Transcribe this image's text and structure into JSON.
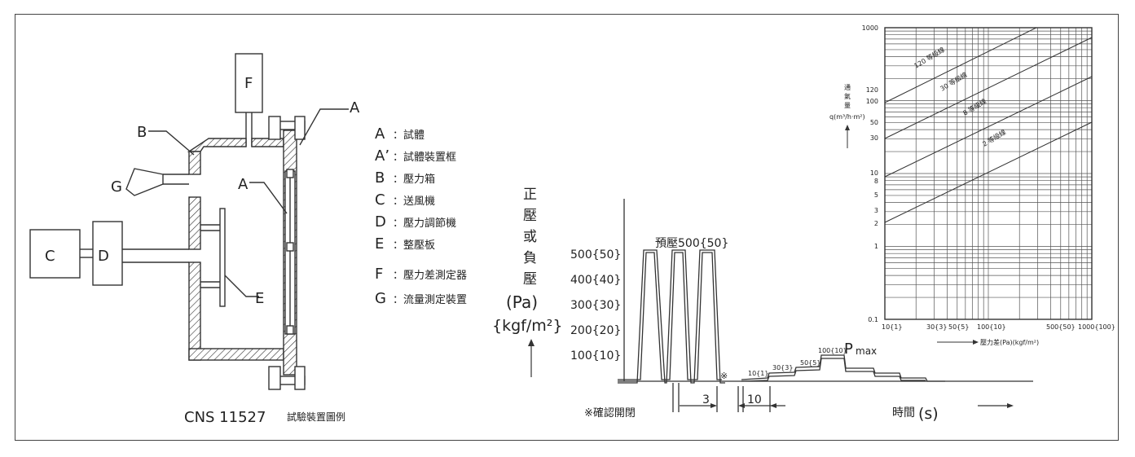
{
  "apparatus": {
    "caption": "CNS 11527",
    "caption_sub": "試驗裝置圖例",
    "labels": {
      "A": "A",
      "B": "B",
      "C": "C",
      "D": "D",
      "E": "E",
      "F": "F",
      "G": "G"
    },
    "legend": [
      {
        "key": "A",
        "text": "：試體"
      },
      {
        "key": "A’",
        "text": "：試體裝置框"
      },
      {
        "key": "B",
        "text": "：壓力箱"
      },
      {
        "key": "C",
        "text": "：送風機"
      },
      {
        "key": "D",
        "text": "：壓力調節機"
      },
      {
        "key": "E",
        "text": "：整壓板"
      },
      {
        "key": "F",
        "text": "：壓力差測定器"
      },
      {
        "key": "G",
        "text": "：流量測定裝置"
      }
    ]
  },
  "pressure_sequence": {
    "y_title_chars": [
      "正",
      "壓",
      "或",
      "負",
      "壓"
    ],
    "y_unit": "(Pa)",
    "y_unit2": "{kgf/m²}",
    "ticks": [
      "500{50}",
      "400{40}",
      "300{30}",
      "200{20}",
      "100{10}"
    ],
    "preload_label": "預壓500{50}",
    "mark": "※",
    "steps": [
      "10{1}",
      "30{3}",
      "50{5}",
      "100{10}"
    ],
    "pmax": "P",
    "pmax_sub": "max",
    "dim1": "3",
    "dim2": "10",
    "confirm_label": "※確認開閉",
    "time_label": "時間",
    "time_unit": "(s)"
  },
  "airtight_grade_chart": {
    "y_ticks": [
      "1000",
      "120",
      "100",
      "50",
      "30",
      "10",
      "8",
      "5",
      "3",
      "2",
      "1",
      "0.1"
    ],
    "x_ticks": [
      "10{1}",
      "30{3}",
      "50{5}",
      "100{10}",
      "500{50}",
      "1000{100}"
    ],
    "y_title_chars": [
      "通",
      "氣",
      "量"
    ],
    "y_unit": "q(m³/h·m²)",
    "x_title": "壓力差(Pa)(kgf/m²)",
    "grade_lines": [
      "120 等級線",
      "30 等級線",
      "8 等級線",
      "2 等級線"
    ]
  }
}
